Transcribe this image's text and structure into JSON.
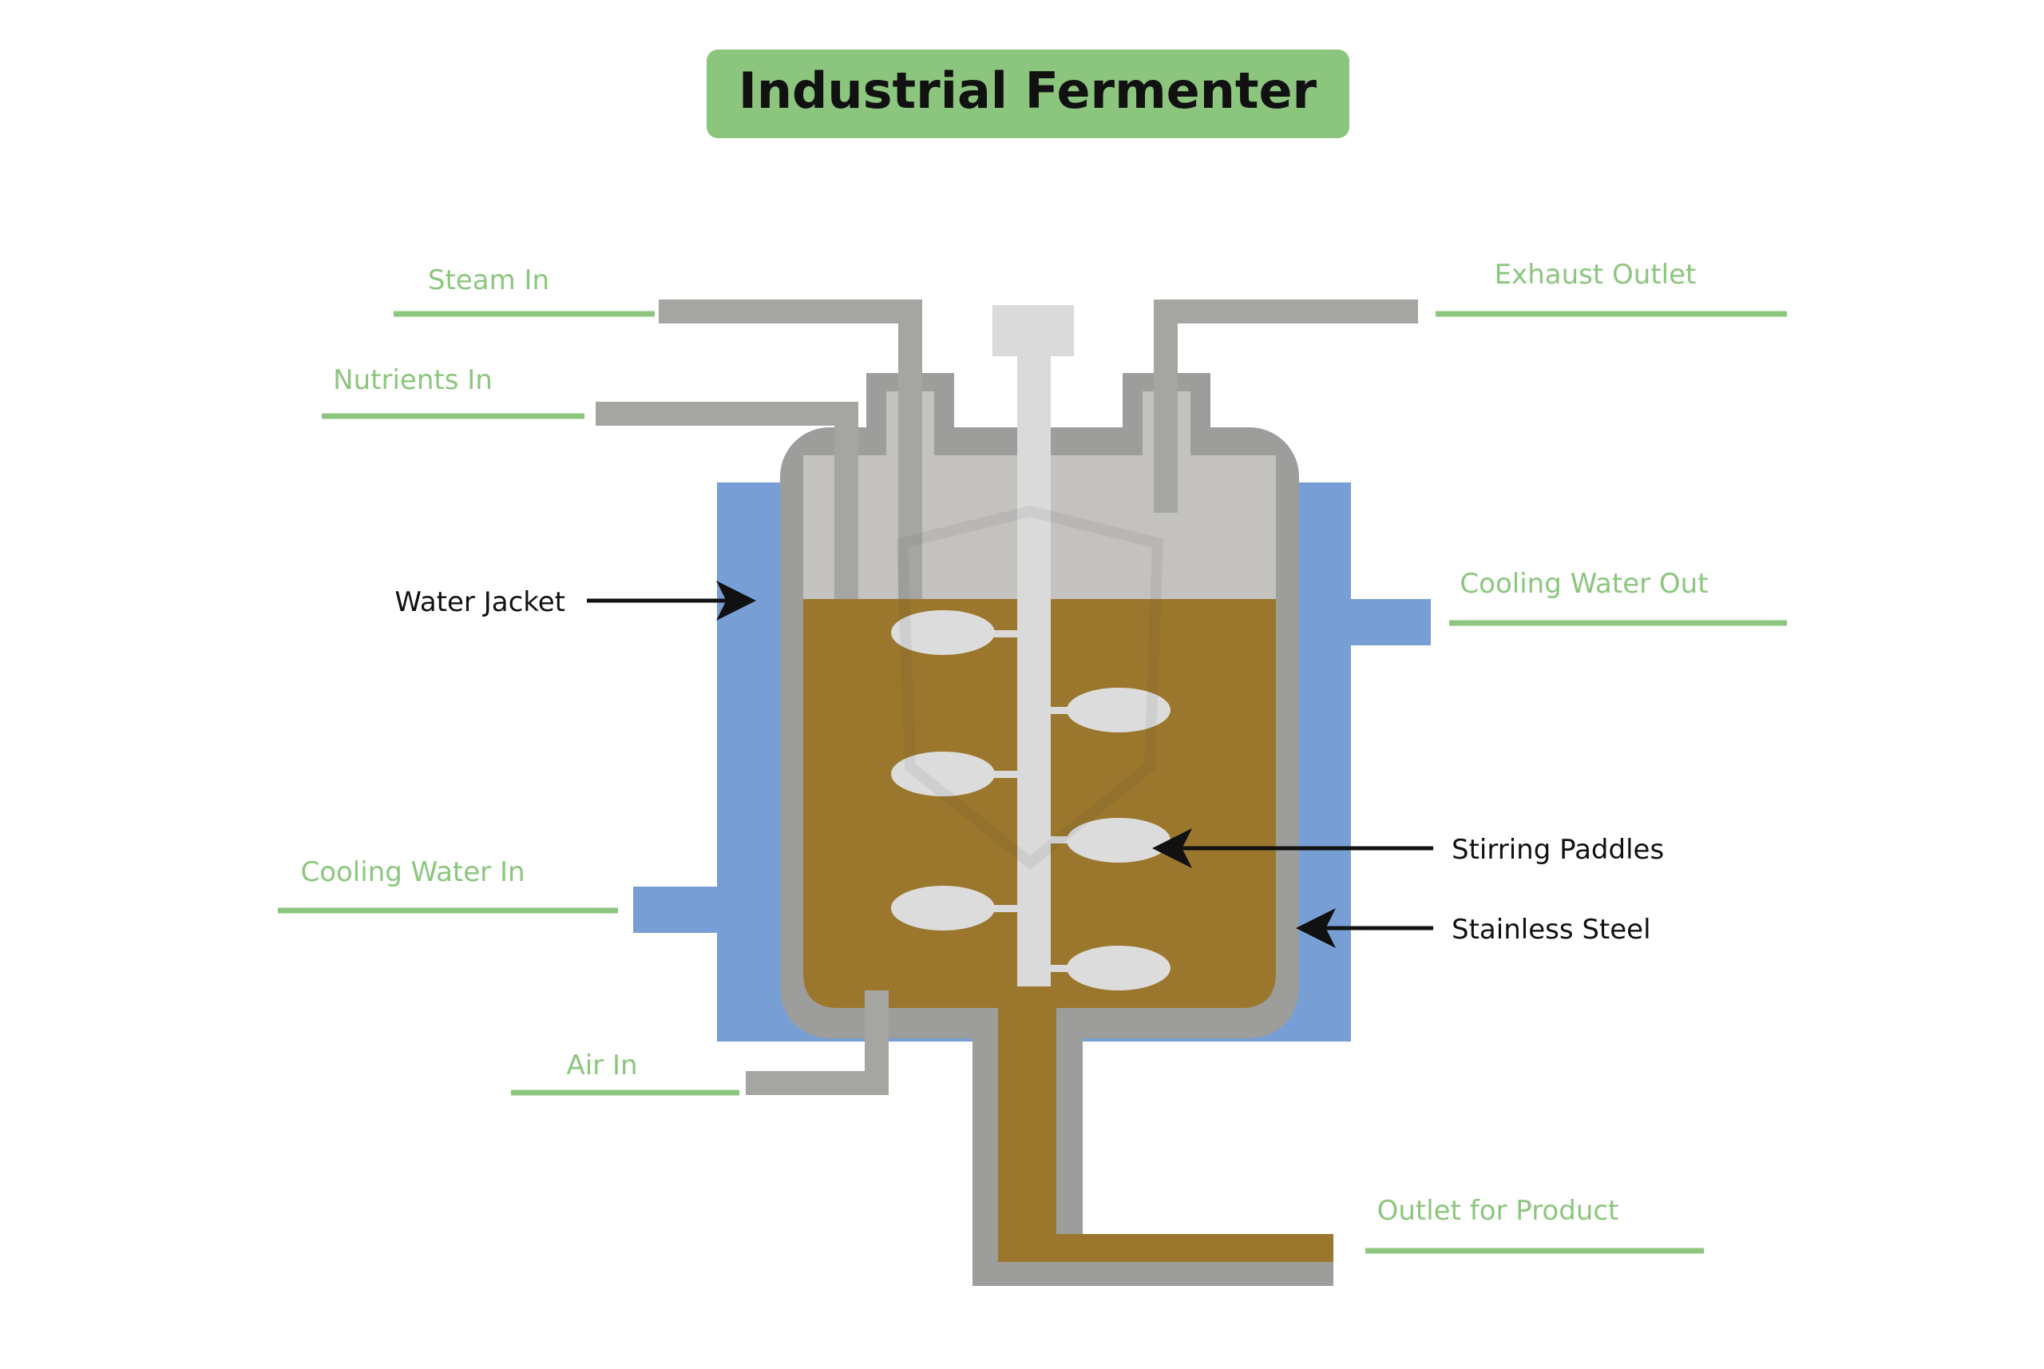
{
  "title": "Industrial Fermenter",
  "flow_labels": {
    "steam_in": "Steam In",
    "nutrients_in": "Nutrients In",
    "exhaust_outlet": "Exhaust Outlet",
    "cooling_water_out": "Cooling Water Out",
    "cooling_water_in": "Cooling Water In",
    "air_in": "Air In",
    "outlet_for_product": "Outlet for Product"
  },
  "part_labels": {
    "water_jacket": "Water Jacket",
    "stirring_paddles": "Stirring Paddles",
    "stainless_steel": "Stainless Steel"
  },
  "colors": {
    "title_box": "#8cc67e",
    "flow_arrow": "#8cc67e",
    "water_jacket": "#779fd5",
    "steel": "#9d9e9b",
    "pipe": "#a5a6a2",
    "broth": "#9b772d",
    "headspace": "#c4c2bf",
    "shaft": "#dadada",
    "paddle": "#dcdcdc",
    "pointer": "#111111"
  }
}
